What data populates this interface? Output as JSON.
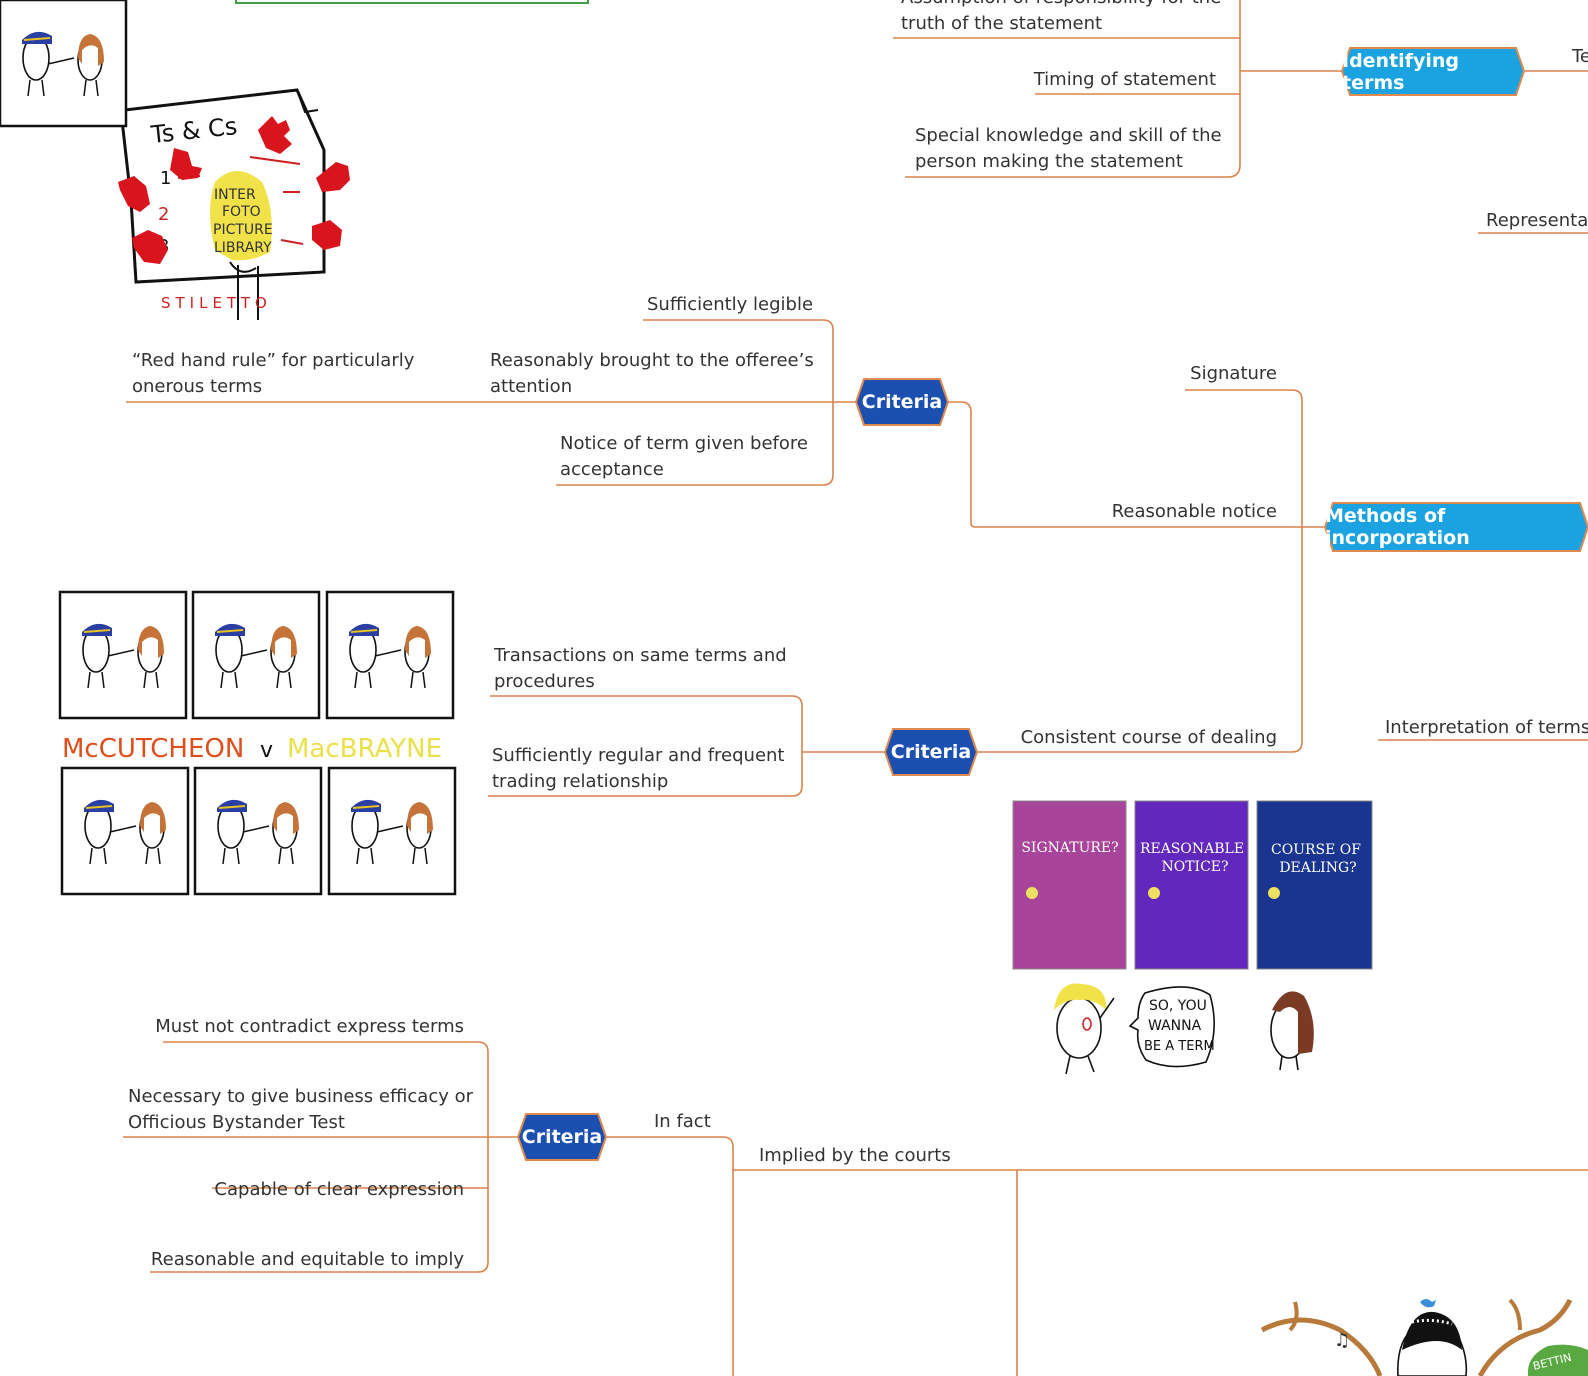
{
  "colors": {
    "connector": "#d9824a",
    "underline": "#e8a47a",
    "main_topic_fill": "#1aa3e0",
    "criteria_fill": "#1b4fb0",
    "hex_border": "#e08a4f",
    "text": "#333333"
  },
  "topics": {
    "identifying_terms": "Identifying terms",
    "methods_of_incorporation": "Methods of incorporation",
    "criteria_labels": [
      "Criteria",
      "Criteria",
      "Criteria"
    ]
  },
  "identifying_terms_branch": {
    "assumption": "Assumption of responsibility for the\ntruth of the statement",
    "timing": "Timing of statement",
    "special_knowledge": "Special knowledge and skill of the\nperson making the statement",
    "cut_off_right": "Te"
  },
  "right_edge": {
    "representations": "Representat",
    "interpretation": "Interpretation of terms"
  },
  "methods_branch": {
    "signature": "Signature",
    "reasonable_notice": "Reasonable notice",
    "consistent_course": "Consistent course of dealing"
  },
  "reasonable_notice_criteria": {
    "legible": "Sufficiently legible",
    "red_hand": "“Red hand rule” for particularly\nonerous terms",
    "brought_to_attention": "Reasonably brought to the offeree’s\nattention",
    "notice_before": "Notice of term given before\nacceptance"
  },
  "course_of_dealing_criteria": {
    "same_terms": "Transactions on same terms and\nprocedures",
    "regular": "Sufficiently regular and frequent\ntrading relationship"
  },
  "implied_terms": {
    "must_not_contradict": "Must not contradict express terms",
    "business_efficacy": "Necessary to give business efficacy or\nOfficious Bystander Test",
    "clear_expression": "Capable of clear expression",
    "reasonable": "Reasonable and equitable to imply",
    "in_fact": "In fact",
    "implied_by_courts": "Implied by the courts"
  },
  "illustrations": {
    "interfoto": {
      "header": "Ts & Cs",
      "title_lines": [
        "INTER",
        "FOTO",
        "PICTURE",
        "LIBRARY"
      ],
      "subtitle": "STILETTO",
      "list_numbers": [
        "1",
        "2",
        "3"
      ]
    },
    "mccutcheon": {
      "left_name": "McCUTCHEON",
      "versus": "v",
      "right_name": "MacBRAYNE"
    },
    "doors": {
      "labels": [
        [
          "SIGNATURE?"
        ],
        [
          "REASONABLE",
          "NOTICE?"
        ],
        [
          "COURSE OF",
          "DEALING?"
        ]
      ],
      "colors": [
        "#a8449a",
        "#6228bd",
        "#1a3590"
      ],
      "speech_lines": [
        "SO, YOU",
        "WANNA",
        "BE A TERM"
      ]
    },
    "betting_cutoff": "BETTIN"
  }
}
